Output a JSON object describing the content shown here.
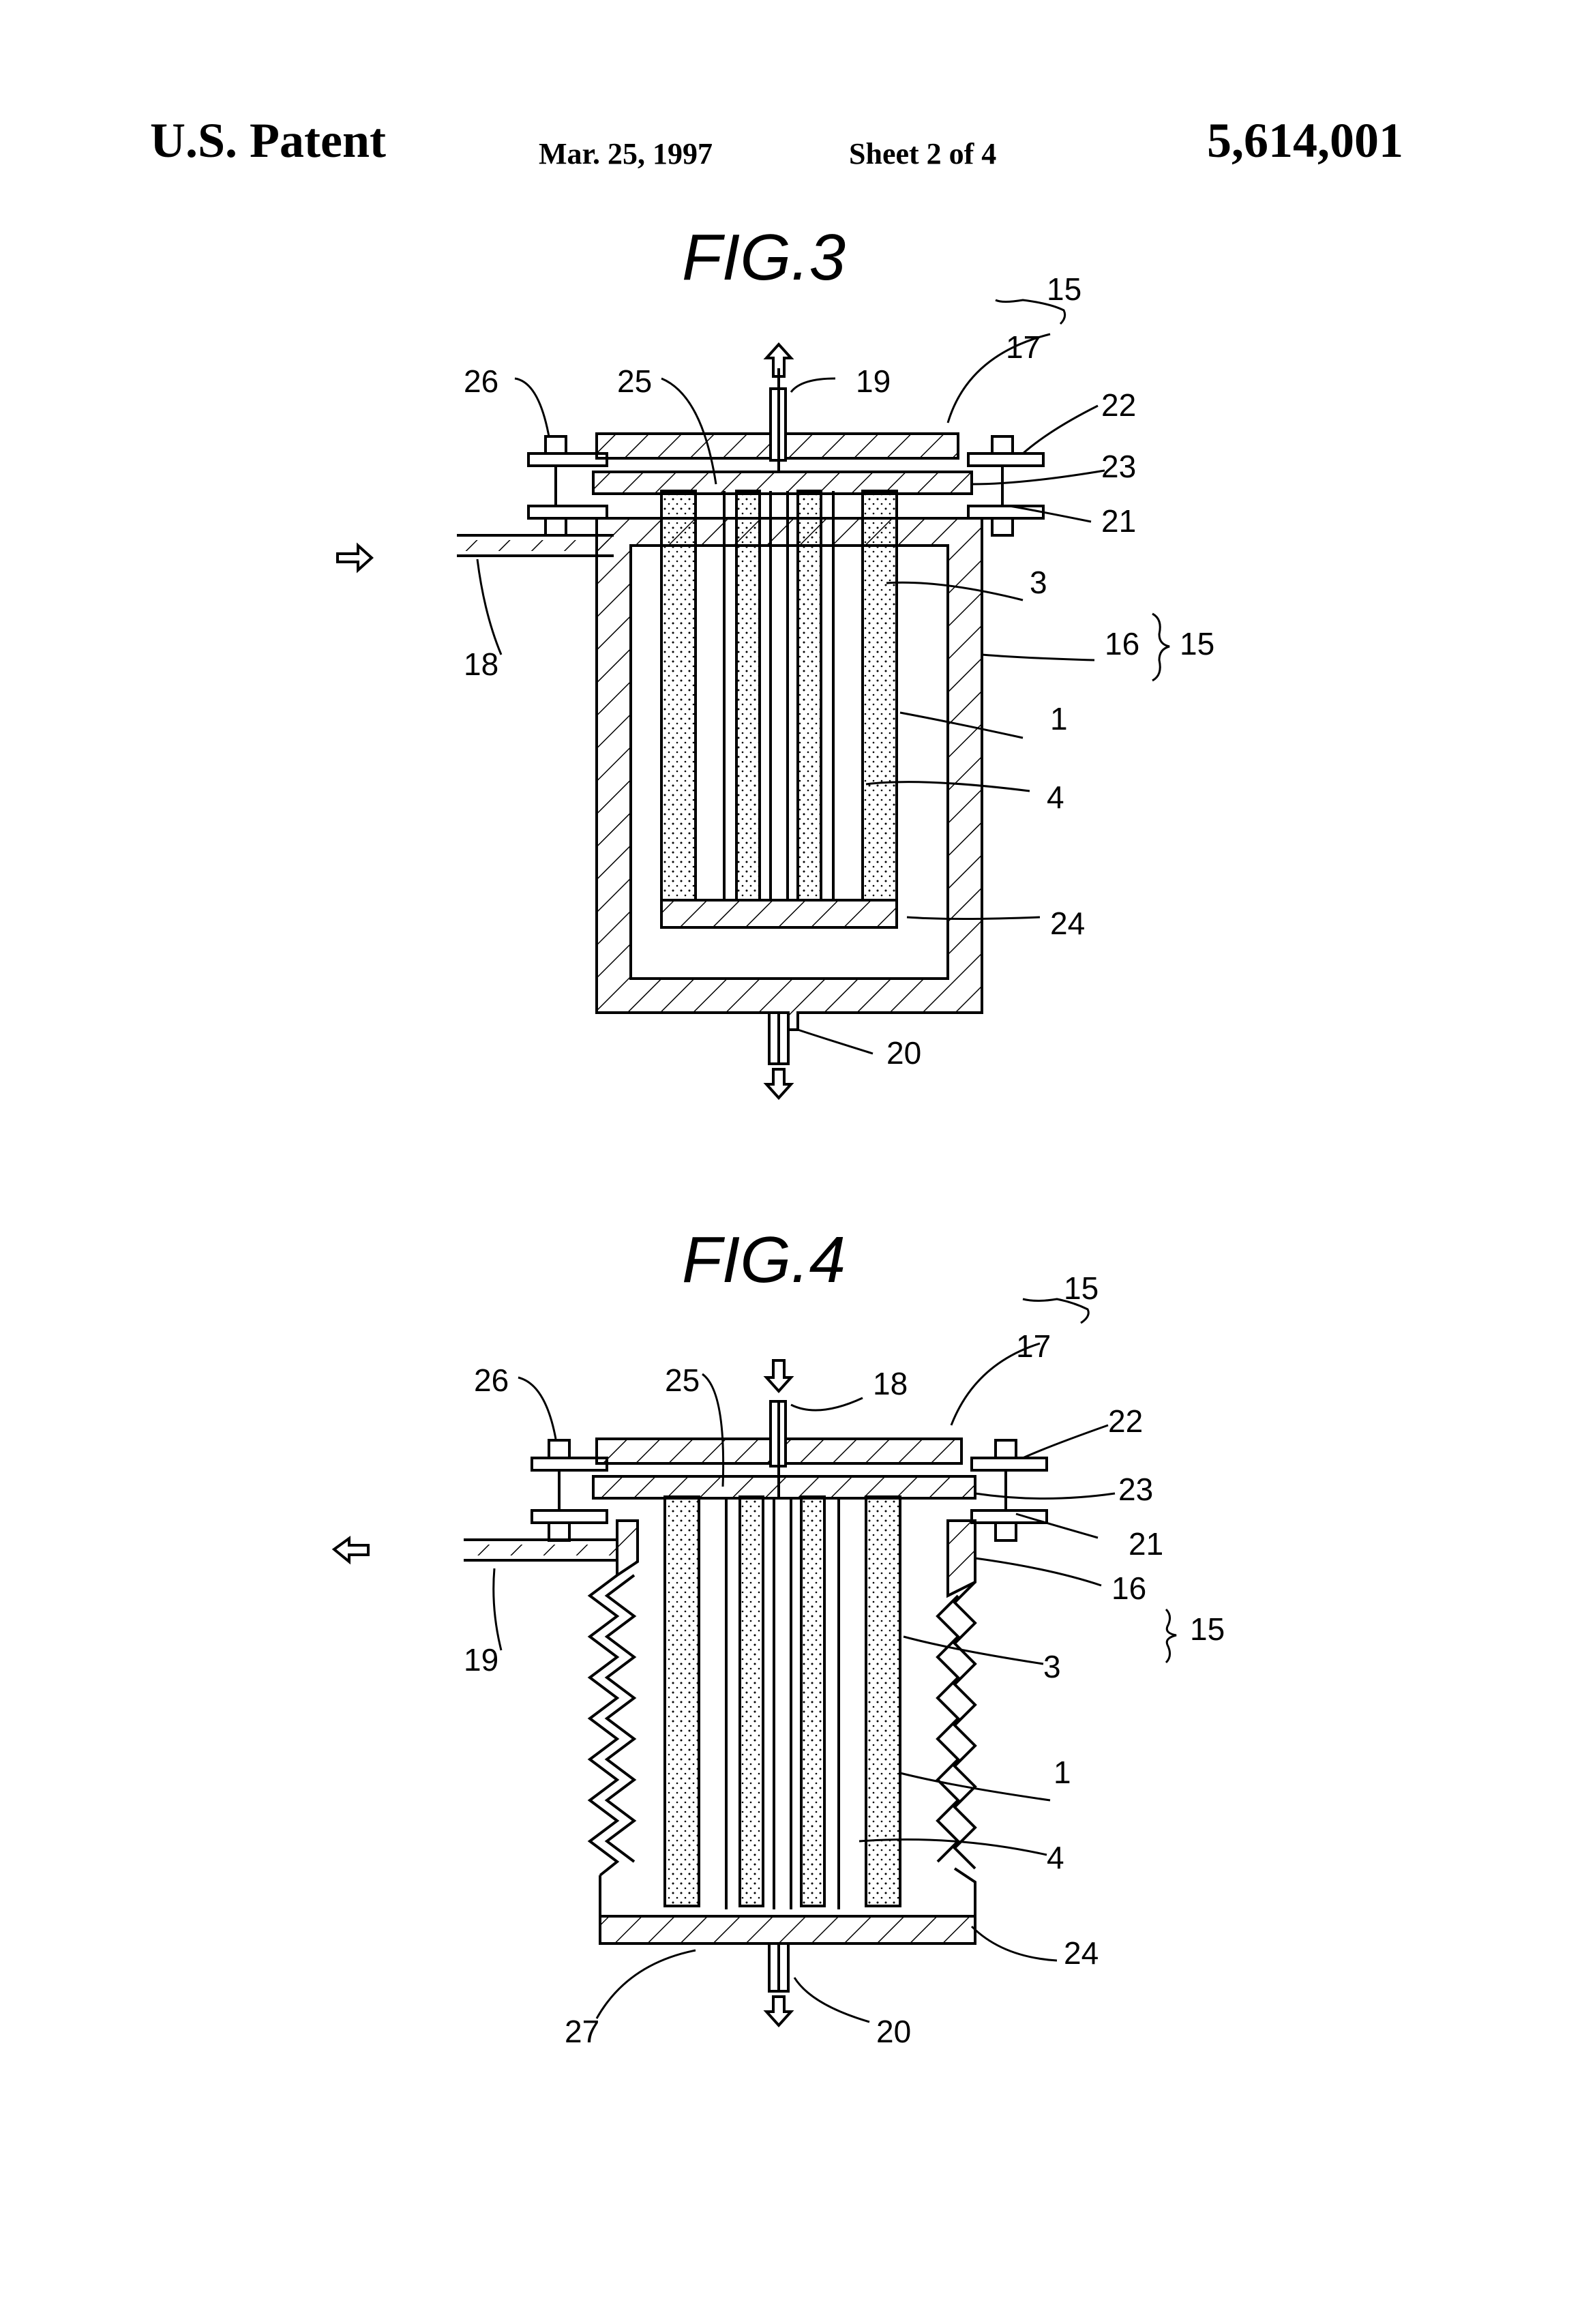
{
  "header": {
    "left": "U.S. Patent",
    "date": "Mar. 25, 1997",
    "sheet": "Sheet 2 of 4",
    "patent_number": "5,614,001"
  },
  "fig3": {
    "title": "FIG.3",
    "labels": {
      "l15a": "15",
      "l17": "17",
      "l26": "26",
      "l25": "25",
      "l19": "19",
      "l22": "22",
      "l23": "23",
      "l21": "21",
      "l18": "18",
      "l3": "3",
      "l16": "16",
      "l15b": "15",
      "l1": "1",
      "l4": "4",
      "l24": "24",
      "l20": "20"
    }
  },
  "fig4": {
    "title": "FIG.4",
    "labels": {
      "l15a": "15",
      "l17": "17",
      "l26": "26",
      "l25": "25",
      "l18": "18",
      "l22": "22",
      "l23": "23",
      "l21": "21",
      "l16": "16",
      "l15b": "15",
      "l19": "19",
      "l3": "3",
      "l1": "1",
      "l4": "4",
      "l24": "24",
      "l27": "27",
      "l20": "20"
    }
  }
}
